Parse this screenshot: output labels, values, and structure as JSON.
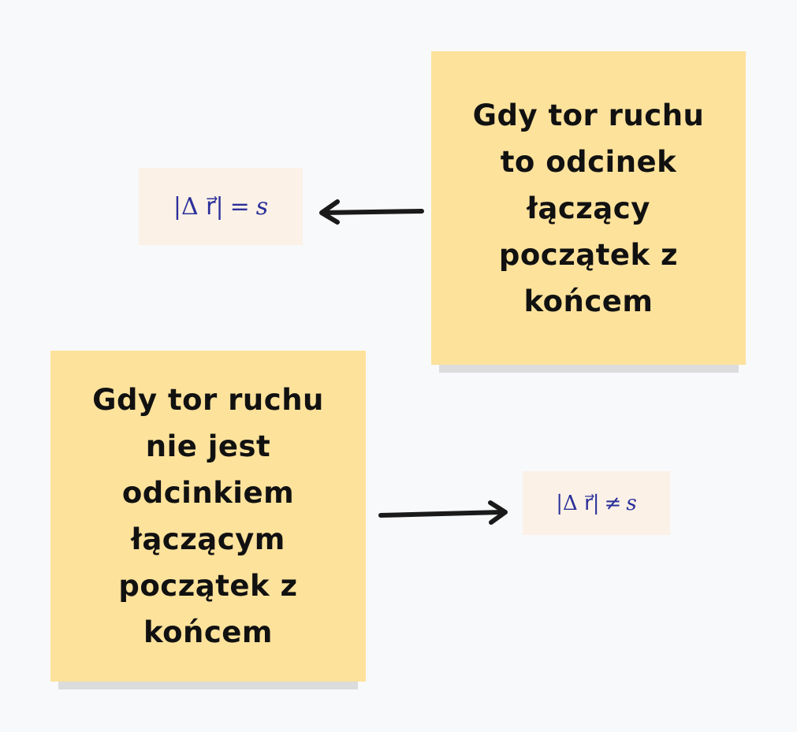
{
  "notes": [
    {
      "id": "straight-path",
      "lines": [
        "Gdy tor ruchu",
        "to odcinek",
        "łączący",
        "początek z",
        "końcem"
      ],
      "color": "#fde29c"
    },
    {
      "id": "curved-path",
      "lines": [
        "Gdy tor ruchu",
        "nie jest",
        "odcinkiem",
        "łączącym",
        "początek z",
        "końcem"
      ],
      "color": "#fde29c"
    }
  ],
  "formulas": [
    {
      "id": "equal",
      "lhs": "|Δ r⃗| ",
      "operator": "=",
      "rhs": "s",
      "text": "|Δr⃗| = s"
    },
    {
      "id": "not-equal",
      "lhs": "|Δ r⃗| ",
      "operator": "≠",
      "rhs": "s",
      "text": "|Δr⃗| ≠ s"
    }
  ],
  "arrows": [
    {
      "from": "straight-path note",
      "to": "equal formula",
      "direction": "left"
    },
    {
      "from": "curved-path note",
      "to": "not-equal formula",
      "direction": "right"
    }
  ],
  "colors": {
    "background": "#f8f9fb",
    "note": "#fde29c",
    "note_shadow": "#dcdcdc",
    "formula_bg": "#fbf1e7",
    "formula_text": "#2a2f9a",
    "arrow": "#1a1a1a"
  }
}
